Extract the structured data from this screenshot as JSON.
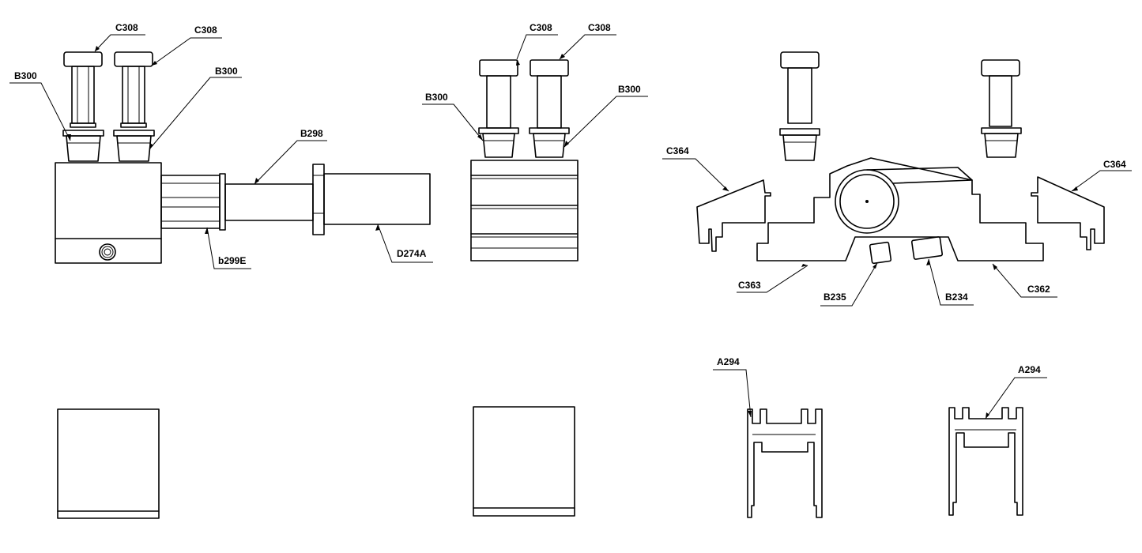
{
  "labels": {
    "v1_c308_a": "C308",
    "v1_c308_b": "C308",
    "v1_b300_a": "B300",
    "v1_b300_b": "B300",
    "v1_b298": "B298",
    "v1_b299e": "b299E",
    "v1_d274a": "D274A",
    "v2_c308_a": "C308",
    "v2_c308_b": "C308",
    "v2_b300_a": "B300",
    "v2_b300_b": "B300",
    "v3_c364_a": "C364",
    "v3_c364_b": "C364",
    "v3_c363": "C363",
    "v3_b235": "B235",
    "v3_b234": "B234",
    "v3_c362": "C362",
    "v4_a294_a": "A294",
    "v4_a294_b": "A294"
  }
}
